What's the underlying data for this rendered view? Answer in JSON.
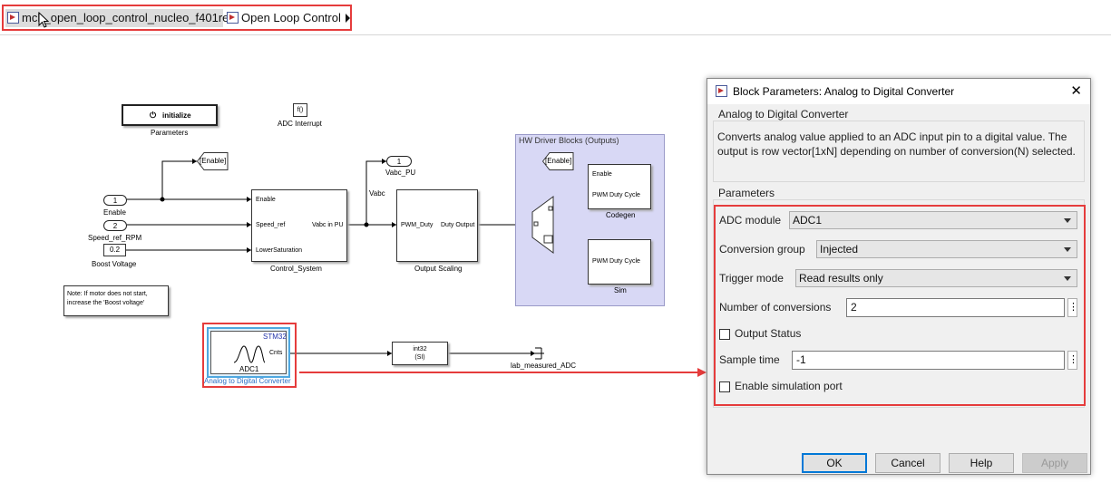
{
  "breadcrumb": {
    "model": "mcb_open_loop_control_nucleo_f401re",
    "subsystem": "Open Loop Control"
  },
  "diagram": {
    "initialize_label": "initialize",
    "parameters_label": "Parameters",
    "fcall_symbol": "f()",
    "adc_interrupt_label": "ADC Interrupt",
    "enable_tag": "[Enable]",
    "inport_enable_num": "1",
    "inport_enable_label": "Enable",
    "inport_speed_num": "2",
    "inport_speed_label": "Speed_ref_RPM",
    "boost_value": "0.2",
    "boost_label": "Boost Voltage",
    "control_ports": {
      "enable": "Enable",
      "speed_ref": "Speed_ref",
      "lower_sat": "LowerSaturation",
      "out": "Vabc in PU"
    },
    "control_label": "Control_System",
    "vabc_signal": "Vabc",
    "outport_vabc_num": "1",
    "outport_vabc_label": "Vabc_PU",
    "scaling_ports": {
      "in": "PWM_Duty",
      "out": "Duty Output"
    },
    "scaling_label": "Output Scaling",
    "hw_area_title": "HW Driver Blocks (Outputs)",
    "hw_enable_tag": "[Enable]",
    "codegen_ports": {
      "enable": "Enable",
      "pwm": "PWM Duty Cycle"
    },
    "codegen_label": "Codegen",
    "sim_port": "PWM Duty Cycle",
    "sim_label": "Sim",
    "note_text": "Note: If motor does not start, increase the 'Boost voltage'",
    "adc_tag": "STM32",
    "adc_port": "Cnts",
    "adc_name": "ADC1",
    "adc_label": "Analog to Digital Converter",
    "convert_line1": "int32",
    "convert_line2": "(SI)",
    "goto_label": "lab_measured_ADC"
  },
  "dialog": {
    "title": "Block Parameters: Analog to Digital Converter",
    "close_glyph": "✕",
    "group_title": "Analog to Digital Converter",
    "description": "Converts analog value applied to an ADC input pin to a digital value. The output is row vector[1xN] depending on number of conversion(N) selected.",
    "params_title": "Parameters",
    "adc_module_label": "ADC module",
    "adc_module_value": "ADC1",
    "conversion_group_label": "Conversion group",
    "conversion_group_value": "Injected",
    "trigger_mode_label": "Trigger mode",
    "trigger_mode_value": "Read results only",
    "num_conversions_label": "Number of conversions",
    "num_conversions_value": "2",
    "output_status_label": "Output Status",
    "sample_time_label": "Sample time",
    "sample_time_value": "-1",
    "enable_sim_label": "Enable simulation port",
    "more_glyph": "⋮",
    "ok_label": "OK",
    "cancel_label": "Cancel",
    "help_label": "Help",
    "apply_label": "Apply"
  },
  "colors": {
    "highlight_red": "#e53c3c",
    "hw_area_bg": "#d8d8f5",
    "adc_selected": "#4fa8e0"
  }
}
